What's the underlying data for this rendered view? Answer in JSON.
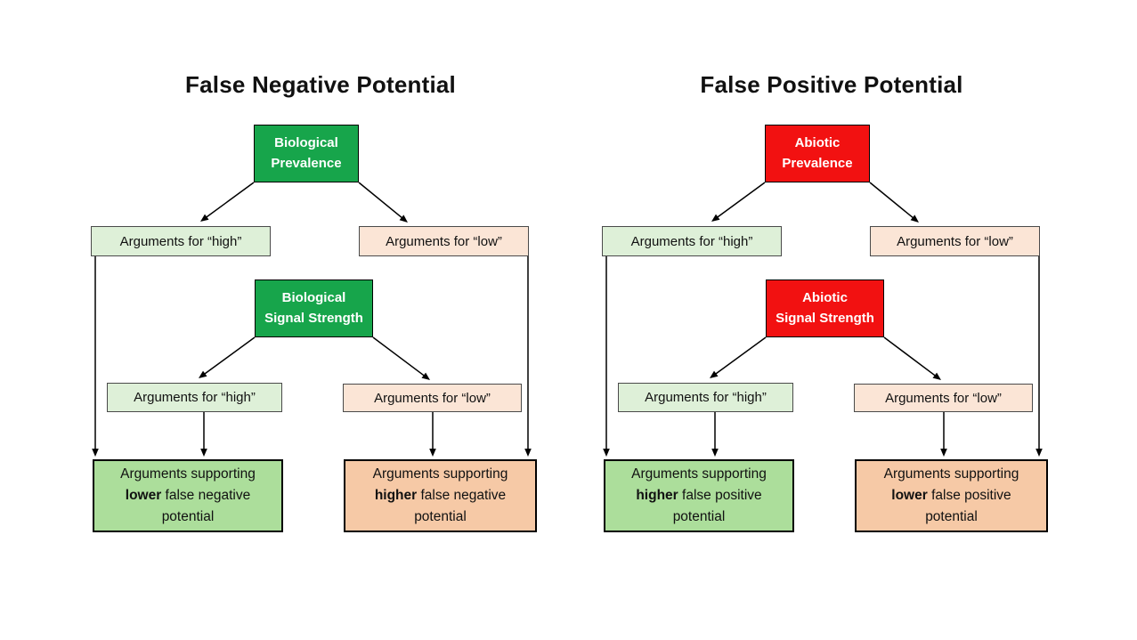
{
  "palette": {
    "background": "#FFFFFF",
    "arrow": "#000000",
    "arg_high_fill": "#DEF0D8",
    "arg_low_fill": "#FBE5D6",
    "outcome_green_fill": "#ACDE9B",
    "outcome_peach_fill": "#F6C9A6",
    "solid_text": "#FFFFFF",
    "body_text": "#111111"
  },
  "panels": [
    {
      "id": "false-negative",
      "title": "False Negative Potential",
      "accent_color": "#17A54B",
      "prevalence": {
        "line1": "Biological",
        "line2": "Prevalence"
      },
      "signal": {
        "line1": "Biological",
        "line2": "Signal Strength"
      },
      "arg_high_1": "Arguments for “high”",
      "arg_low_1": "Arguments for “low”",
      "arg_high_2": "Arguments for “high”",
      "arg_low_2": "Arguments for “low”",
      "outcome_left": {
        "line1": "Arguments supporting",
        "bold": "lower",
        "rest": " false negative",
        "line3": "potential"
      },
      "outcome_right": {
        "line1": "Arguments supporting",
        "bold": "higher",
        "rest": " false negative",
        "line3": "potential"
      }
    },
    {
      "id": "false-positive",
      "title": "False Positive Potential",
      "accent_color": "#F21111",
      "prevalence": {
        "line1": "Abiotic",
        "line2": "Prevalence"
      },
      "signal": {
        "line1": "Abiotic",
        "line2": "Signal Strength"
      },
      "arg_high_1": "Arguments for “high”",
      "arg_low_1": "Arguments for “low”",
      "arg_high_2": "Arguments for “high”",
      "arg_low_2": "Arguments for “low”",
      "outcome_left": {
        "line1": "Arguments supporting",
        "bold": "higher",
        "rest": " false positive",
        "line3": "potential"
      },
      "outcome_right": {
        "line1": "Arguments supporting",
        "bold": "lower",
        "rest": " false positive",
        "line3": "potential"
      }
    }
  ]
}
